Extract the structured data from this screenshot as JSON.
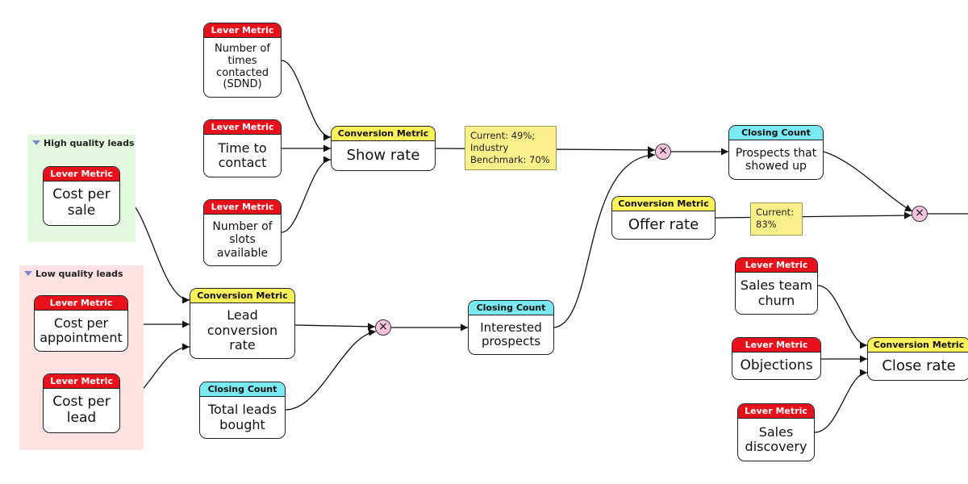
{
  "groups": [
    {
      "id": "high",
      "label": "High quality leads",
      "bg": "#e3f9dd"
    },
    {
      "id": "low",
      "label": "Low quality leads",
      "bg": "#fde2e2"
    }
  ],
  "nodes": [
    {
      "id": "times-contacted",
      "kind": "lever",
      "header": "Lever Metric",
      "label": "Number of times contacted (SDND)"
    },
    {
      "id": "time-to-contact",
      "kind": "lever",
      "header": "Lever Metric",
      "label": "Time to contact"
    },
    {
      "id": "slots-available",
      "kind": "lever",
      "header": "Lever Metric",
      "label": "Number of slots available"
    },
    {
      "id": "show-rate",
      "kind": "conversion",
      "header": "Conversion Metric",
      "label": "Show rate"
    },
    {
      "id": "cost-per-sale",
      "kind": "lever",
      "header": "Lever Metric",
      "label": "Cost per sale"
    },
    {
      "id": "cost-per-appointment",
      "kind": "lever",
      "header": "Lever Metric",
      "label": "Cost per appointment"
    },
    {
      "id": "cost-per-lead",
      "kind": "lever",
      "header": "Lever Metric",
      "label": "Cost per lead"
    },
    {
      "id": "lead-conversion-rate",
      "kind": "conversion",
      "header": "Conversion Metric",
      "label": "Lead conversion rate"
    },
    {
      "id": "total-leads-bought",
      "kind": "closing",
      "header": "Closing Count",
      "label": "Total leads bought"
    },
    {
      "id": "interested-prospects",
      "kind": "closing",
      "header": "Closing Count",
      "label": "Interested prospects"
    },
    {
      "id": "prospects-showed-up",
      "kind": "closing",
      "header": "Closing Count",
      "label": "Prospects that showed up"
    },
    {
      "id": "offer-rate",
      "kind": "conversion",
      "header": "Conversion Metric",
      "label": "Offer rate"
    },
    {
      "id": "sales-team-churn",
      "kind": "lever",
      "header": "Lever Metric",
      "label": "Sales team churn"
    },
    {
      "id": "objections",
      "kind": "lever",
      "header": "Lever Metric",
      "label": "Objections"
    },
    {
      "id": "sales-discovery",
      "kind": "lever",
      "header": "Lever Metric",
      "label": "Sales discovery"
    },
    {
      "id": "close-rate",
      "kind": "conversion",
      "header": "Conversion Metric",
      "label": "Close rate"
    }
  ],
  "notes": [
    {
      "id": "show-rate-note",
      "text": "Current: 49%;\nIndustry\nBenchmark: 70%"
    },
    {
      "id": "offer-rate-note",
      "text": "Current:\n83%"
    }
  ],
  "operators": [
    {
      "id": "multiply-1",
      "symbol": "×"
    },
    {
      "id": "multiply-2",
      "symbol": "×"
    },
    {
      "id": "multiply-3",
      "symbol": "×"
    }
  ],
  "connections": [
    {
      "from": "times-contacted",
      "to": "show-rate"
    },
    {
      "from": "time-to-contact",
      "to": "show-rate"
    },
    {
      "from": "slots-available",
      "to": "show-rate"
    },
    {
      "from": "cost-per-sale",
      "to": "lead-conversion-rate"
    },
    {
      "from": "cost-per-appointment",
      "to": "lead-conversion-rate"
    },
    {
      "from": "cost-per-lead",
      "to": "lead-conversion-rate"
    },
    {
      "from": "lead-conversion-rate",
      "to": "multiply-1"
    },
    {
      "from": "total-leads-bought",
      "to": "multiply-1"
    },
    {
      "from": "multiply-1",
      "to": "interested-prospects"
    },
    {
      "from": "show-rate",
      "to": "multiply-2"
    },
    {
      "from": "interested-prospects",
      "to": "multiply-2"
    },
    {
      "from": "multiply-2",
      "to": "prospects-showed-up"
    },
    {
      "from": "prospects-showed-up",
      "to": "multiply-3"
    },
    {
      "from": "offer-rate",
      "to": "multiply-3"
    },
    {
      "from": "multiply-3",
      "to": "offscreen-right"
    },
    {
      "from": "sales-team-churn",
      "to": "close-rate"
    },
    {
      "from": "objections",
      "to": "close-rate"
    },
    {
      "from": "sales-discovery",
      "to": "close-rate"
    }
  ],
  "colors": {
    "lever": "#e8101a",
    "conversion": "#fbf25a",
    "closing": "#7be9f2",
    "operator": "#f4c4dc",
    "note": "#faf08a"
  }
}
